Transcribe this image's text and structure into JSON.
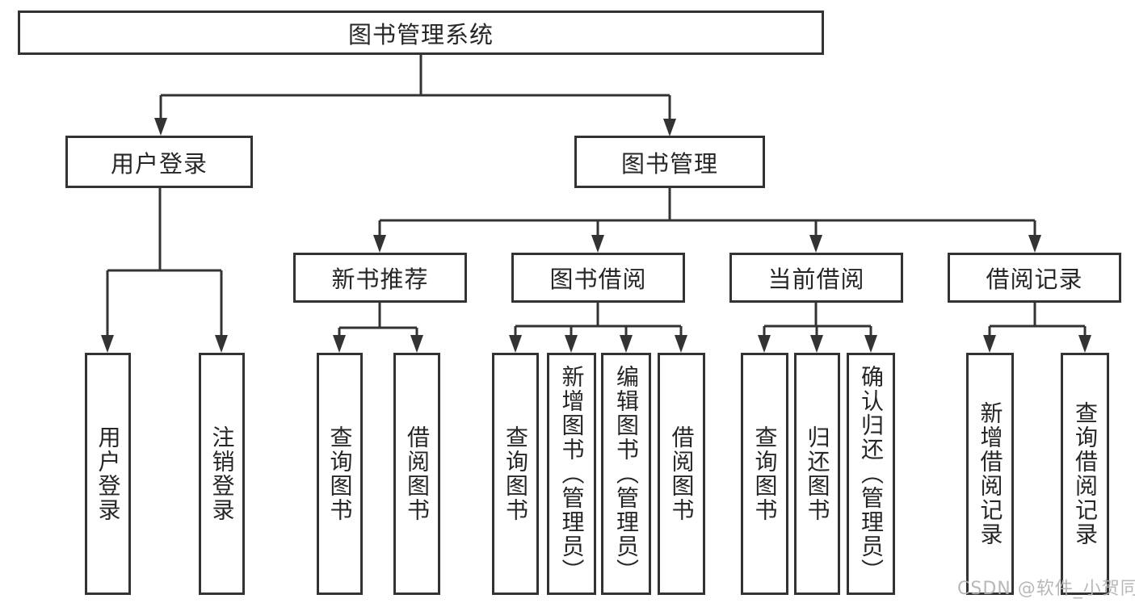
{
  "diagram": {
    "tree": {
      "root": {
        "label": "图书管理系统"
      },
      "level2": [
        {
          "label": "用户登录",
          "children": [
            {
              "label": "用户登录"
            },
            {
              "label": "注销登录"
            }
          ]
        },
        {
          "label": "图书管理",
          "children": [
            {
              "label": "新书推荐",
              "children": [
                {
                  "label": "查询图书"
                },
                {
                  "label": "借阅图书"
                }
              ]
            },
            {
              "label": "图书借阅",
              "children": [
                {
                  "label": "查询图书"
                },
                {
                  "label": "新增图书（管理员）"
                },
                {
                  "label": "编辑图书（管理员）"
                },
                {
                  "label": "借阅图书"
                }
              ]
            },
            {
              "label": "当前借阅",
              "children": [
                {
                  "label": "查询图书"
                },
                {
                  "label": "归还图书"
                },
                {
                  "label": "确认归还（管理员）"
                }
              ]
            },
            {
              "label": "借阅记录",
              "children": [
                {
                  "label": "新增借阅记录"
                },
                {
                  "label": "查询借阅记录"
                }
              ]
            }
          ]
        }
      ]
    }
  },
  "watermark": {
    "text": "CSDN @软件_小贺同学"
  },
  "colors": {
    "line": "#333333",
    "box_border": "#333333",
    "text": "#262626",
    "watermark": "#b2b2b2",
    "background": "#ffffff"
  }
}
